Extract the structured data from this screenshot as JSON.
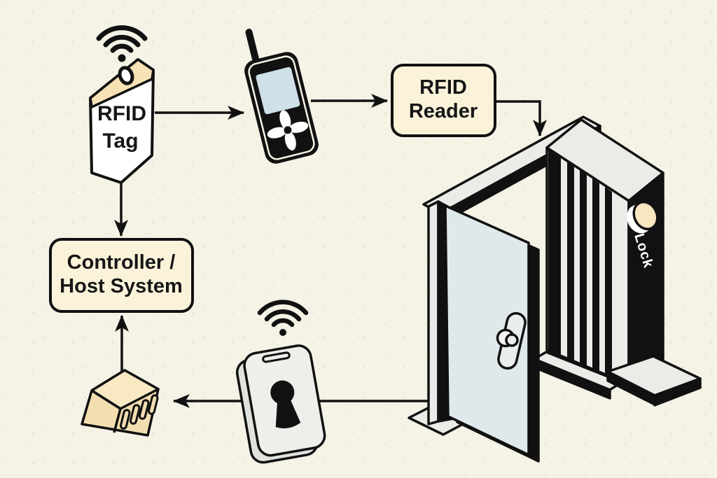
{
  "diagram": {
    "title_implicit": "RFID access control flow",
    "colors": {
      "background": "#f5f2e6",
      "ink": "#111111",
      "box_fill": "#faf3da",
      "tag_band_fill": "#f6e2b4",
      "comb_top_fill": "#f8e9c3",
      "comb_front_fill": "#f3deb0",
      "screen_fill": "#cfe0e9",
      "door_fill": "#dfe9eb",
      "frame_light_fill": "#ebece8",
      "device_face_fill": "#edefeb",
      "device_side_fill": "#dfe2dd",
      "lock_dot_fill": "#f8e6c0"
    },
    "nodes": {
      "rfid_tag": {
        "line1": "RFID",
        "line2": "Tag"
      },
      "rfid_reader_box": {
        "line1": "RFID",
        "line2": "Reader"
      },
      "controller_box": {
        "line1": "Controller /",
        "line2": "Host System"
      },
      "lock_panel": {
        "label": "Lock"
      }
    },
    "icons": [
      "wifi-icon-tag",
      "rfid-tag-icon",
      "handheld-reader-icon",
      "door-icon",
      "lock-panel-icon",
      "wifi-icon-lock",
      "smart-lock-icon",
      "strike-connector-icon"
    ],
    "connections": [
      {
        "from": "rfid-tag",
        "to": "handheld-reader"
      },
      {
        "from": "handheld-reader",
        "to": "rfid-reader-box"
      },
      {
        "from": "rfid-reader-box",
        "to": "door"
      },
      {
        "from": "rfid-tag",
        "to": "controller-box"
      },
      {
        "from": "strike-connector",
        "to": "controller-box"
      },
      {
        "from": "door-lock",
        "to": "strike-connector"
      }
    ]
  }
}
